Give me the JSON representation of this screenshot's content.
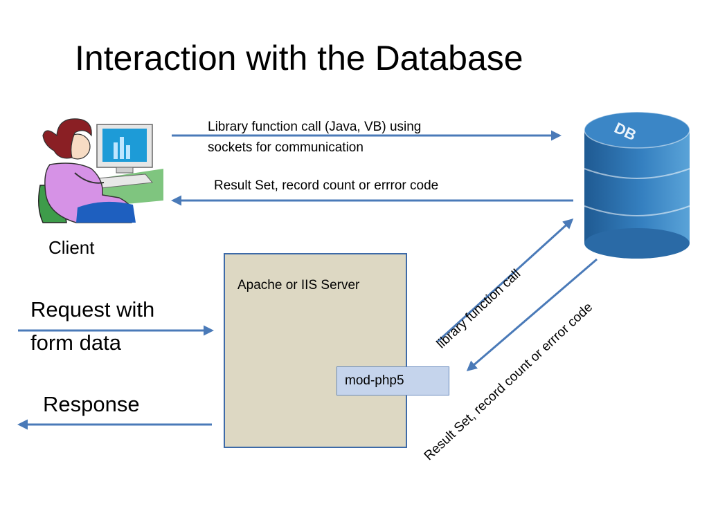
{
  "title": "Interaction with the Database",
  "client": {
    "label": "Client"
  },
  "database": {
    "label": "DB"
  },
  "arrows": {
    "client_to_db": "Library function call (Java, VB) using sockets for communication",
    "client_to_db_line1": "Library function call (Java, VB) using",
    "client_to_db_line2": "sockets for communication",
    "db_to_client": "Result Set, record count or errror code",
    "server_to_db": "library function call",
    "db_to_server": "Result Set, record count or errror code",
    "request_line1": "Request with",
    "request_line2": "form data",
    "response": "Response"
  },
  "server": {
    "label": "Apache or IIS Server",
    "module": "mod-php5"
  },
  "colors": {
    "arrow": "#4a7ab8",
    "server_fill": "#ddd8c3",
    "module_fill": "#c5d4ec",
    "db_fill": "#2e6da6"
  }
}
